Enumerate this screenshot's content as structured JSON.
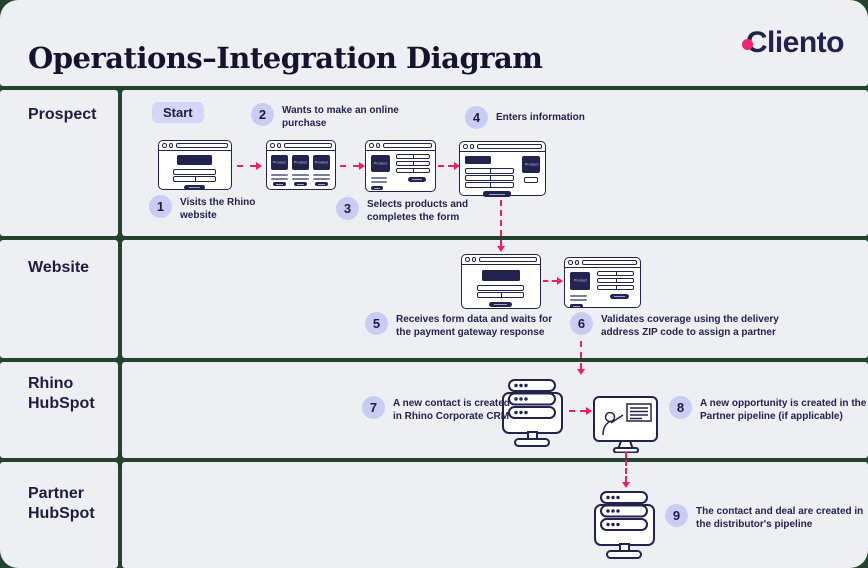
{
  "header": {
    "title": "Operations–Integration Diagram",
    "logo": {
      "c": "C",
      "rest": "liento"
    }
  },
  "lanes": [
    {
      "label": "Prospect"
    },
    {
      "label": "Website"
    },
    {
      "label": "Rhino HubSpot"
    },
    {
      "label": "Partner HubSpot"
    }
  ],
  "start_label": "Start",
  "steps": [
    {
      "num": "1",
      "text": "Visits the Rhino website"
    },
    {
      "num": "2",
      "text": "Wants to make an online purchase"
    },
    {
      "num": "3",
      "text": "Selects products and completes the form"
    },
    {
      "num": "4",
      "text": "Enters information"
    },
    {
      "num": "5",
      "text": "Receives form data and waits for the payment gateway response"
    },
    {
      "num": "6",
      "text": "Validates coverage using the delivery address ZIP code to assign a partner"
    },
    {
      "num": "7",
      "text": "A new contact is created in Rhino Corporate CRM"
    },
    {
      "num": "8",
      "text": "A new opportunity is created in the Partner pipeline (if applicable)"
    },
    {
      "num": "9",
      "text": "The contact and deal are created in the distributor's pipeline"
    }
  ],
  "labels": {
    "product": "Product"
  },
  "colors": {
    "lane_bg": "#edf0f3",
    "navy": "#23234f",
    "lavender_badge": "#c9cdf3",
    "start_badge": "#d3d6f7",
    "arrow_pink": "#ef1f5f",
    "logo_dot_pink": "#f1256b"
  }
}
